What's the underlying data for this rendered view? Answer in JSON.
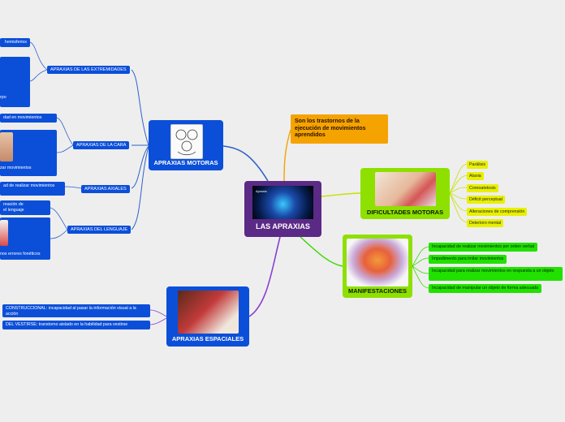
{
  "central": {
    "title": "LAS APRAXIAS",
    "image_caption": "Apraxia"
  },
  "definition": {
    "text": "Son los trastornos de la ejecución de movimientos aprendidos"
  },
  "motoras": {
    "title": "APRAXIAS MOTORAS",
    "groups": [
      {
        "label": "APRAXIAS DE LAS EXTREMIDADES",
        "leaves": [
          "hemisferios",
          "rpo"
        ]
      },
      {
        "label": "APRAXIAS DE LA CARA",
        "leaves": [
          "dad en movimientos",
          "zar movimientos"
        ]
      },
      {
        "label": "APRAXIAS AXIALES",
        "leaves": [
          "ad de realizar movimientos"
        ]
      },
      {
        "label": "APRAXIAS DEL LENGUAJE",
        "leaves": [
          "reación de",
          "el lenguaje",
          "nos errores fonéticos"
        ]
      }
    ]
  },
  "espaciales": {
    "title": "APRAXIAS ESPACIALES",
    "leaves": [
      "CONSTRUCCIONAL: incapacidad al pasar la información visual a la acción",
      "DEL VESTIRSE: transtorno aislado en la habilidad para vestirse"
    ]
  },
  "dificultades": {
    "title": "DIFICULTADES MOTORAS",
    "leaves": [
      "Parálisis",
      "Ataxia",
      "Coreoatetosis",
      "Déficit perceptual",
      "Alteraciones de comprensión",
      "Deterioro mental"
    ]
  },
  "manifestaciones": {
    "title": "MANIFESTACIONES",
    "leaves": [
      "Incapacidad de realizar movimientos por orden verbal",
      "Impedimento para imitar movimientos",
      "Incapacidad para realizar movimientos en respuesta a un objeto",
      "Incapacidad de manipular un objeto de forma adecuada"
    ]
  },
  "colors": {
    "central": "#5b2a86",
    "blue": "#0b4fd9",
    "green_main": "#8ee000",
    "yellow": "#e8f000",
    "green_leaf": "#22e000",
    "orange": "#f5a300",
    "link_blue": "#2f62c8",
    "link_purple": "#8a3fd1",
    "link_orange": "#f5a300",
    "link_yellow": "#c8e000",
    "link_green": "#3ad800"
  }
}
